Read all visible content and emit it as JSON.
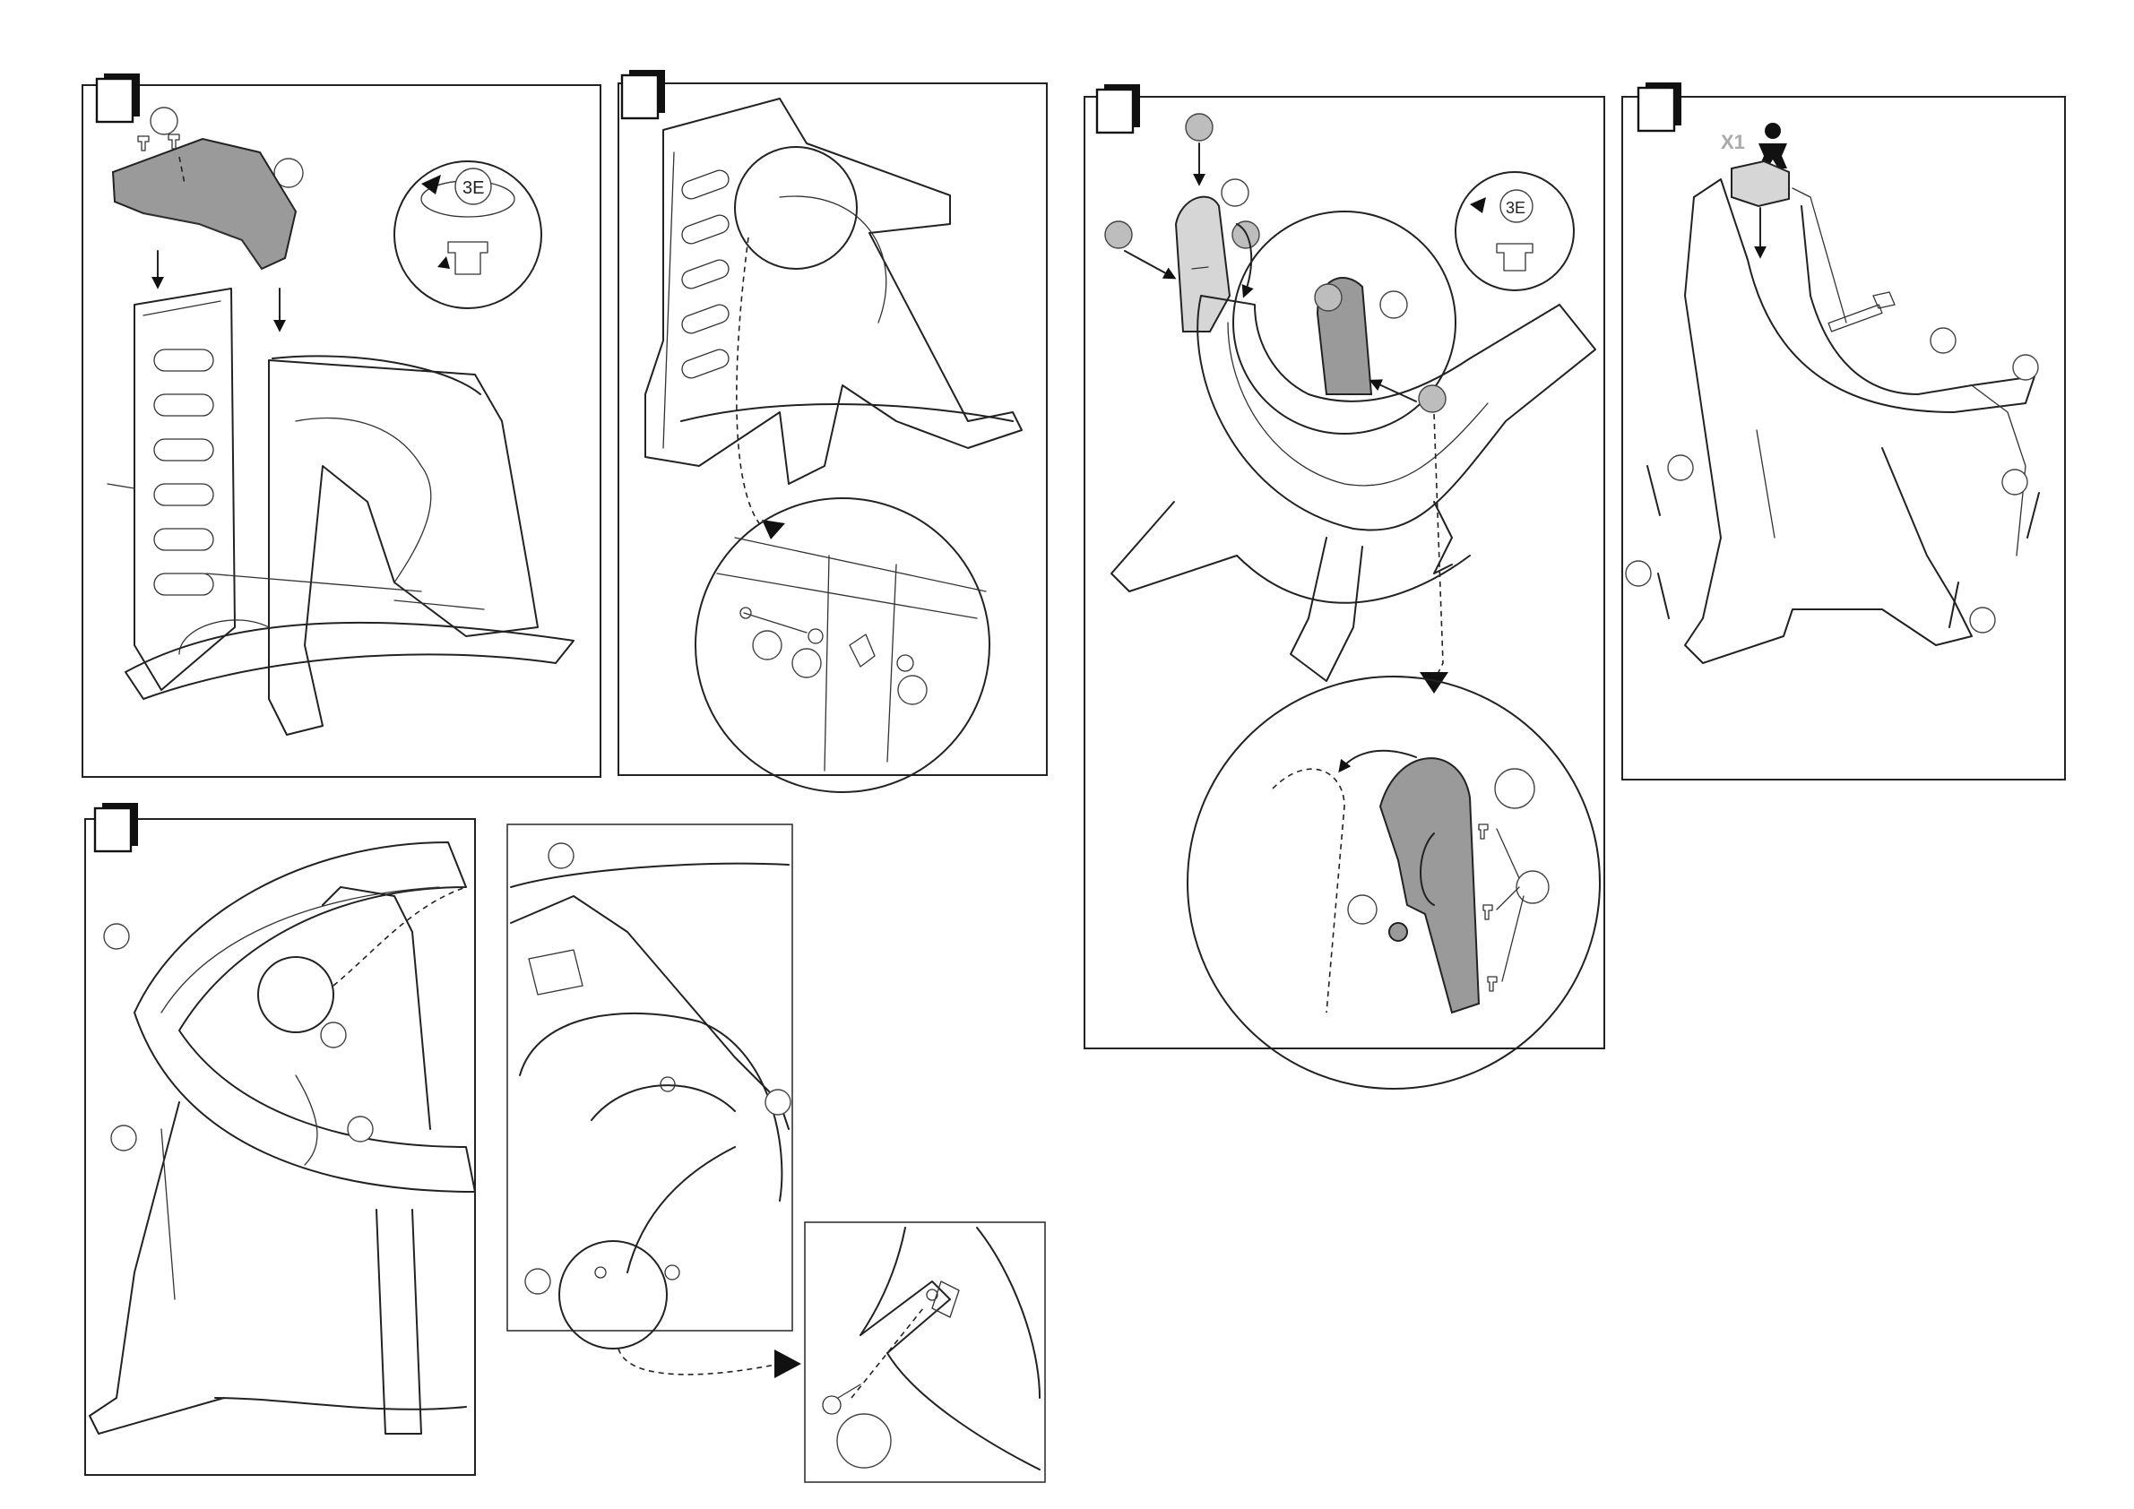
{
  "page": {
    "background": "#ffffff",
    "line_color": "#222222",
    "part_highlight": "#9a9a9a"
  },
  "panels": [
    {
      "id": 1,
      "description_icon": "slide-top-piece-assembly"
    },
    {
      "id": 2,
      "description_icon": "bolt-and-nut-detail"
    },
    {
      "id": 3,
      "description_icon": "side-guard-install"
    },
    {
      "id": 4,
      "description_icon": "ground-stake-anchoring"
    },
    {
      "id": 5,
      "description_icon": "slide-frame-connection-detail"
    }
  ],
  "step4": {
    "quantity_label": "X1",
    "icon": "person-icon"
  }
}
